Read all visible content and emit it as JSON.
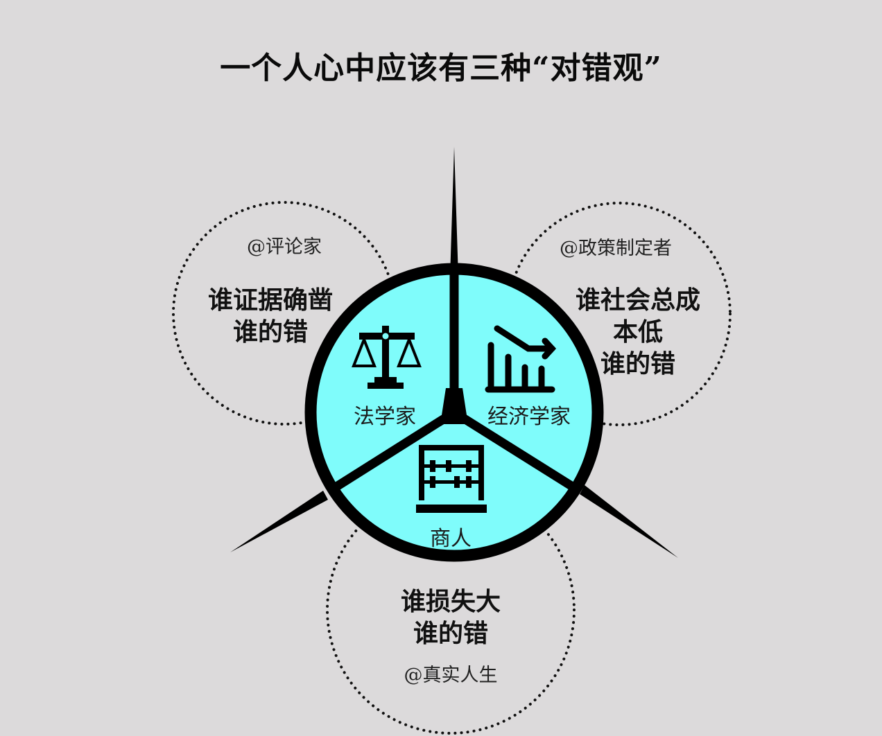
{
  "title": "一个人心中应该有三种“对错观”",
  "colors": {
    "background": "#dcdadb",
    "inner_fill": "#7ffcfb",
    "stroke": "#000000"
  },
  "inner_segments": [
    {
      "role": "法学家",
      "icon": "scales-of-justice-icon"
    },
    {
      "role": "经济学家",
      "icon": "declining-bar-chart-icon"
    },
    {
      "role": "商人",
      "icon": "abacus-icon"
    }
  ],
  "outer_circles": [
    {
      "handle": "@评论家",
      "rule_line1": "谁证据确凿",
      "rule_line2": "谁的错"
    },
    {
      "handle": "@政策制定者",
      "rule_line1": "谁社会总成",
      "rule_line2": "本低",
      "rule_line3": "谁的错"
    },
    {
      "handle": "@真实人生",
      "rule_line1": "谁损失大",
      "rule_line2": "谁的错"
    }
  ]
}
